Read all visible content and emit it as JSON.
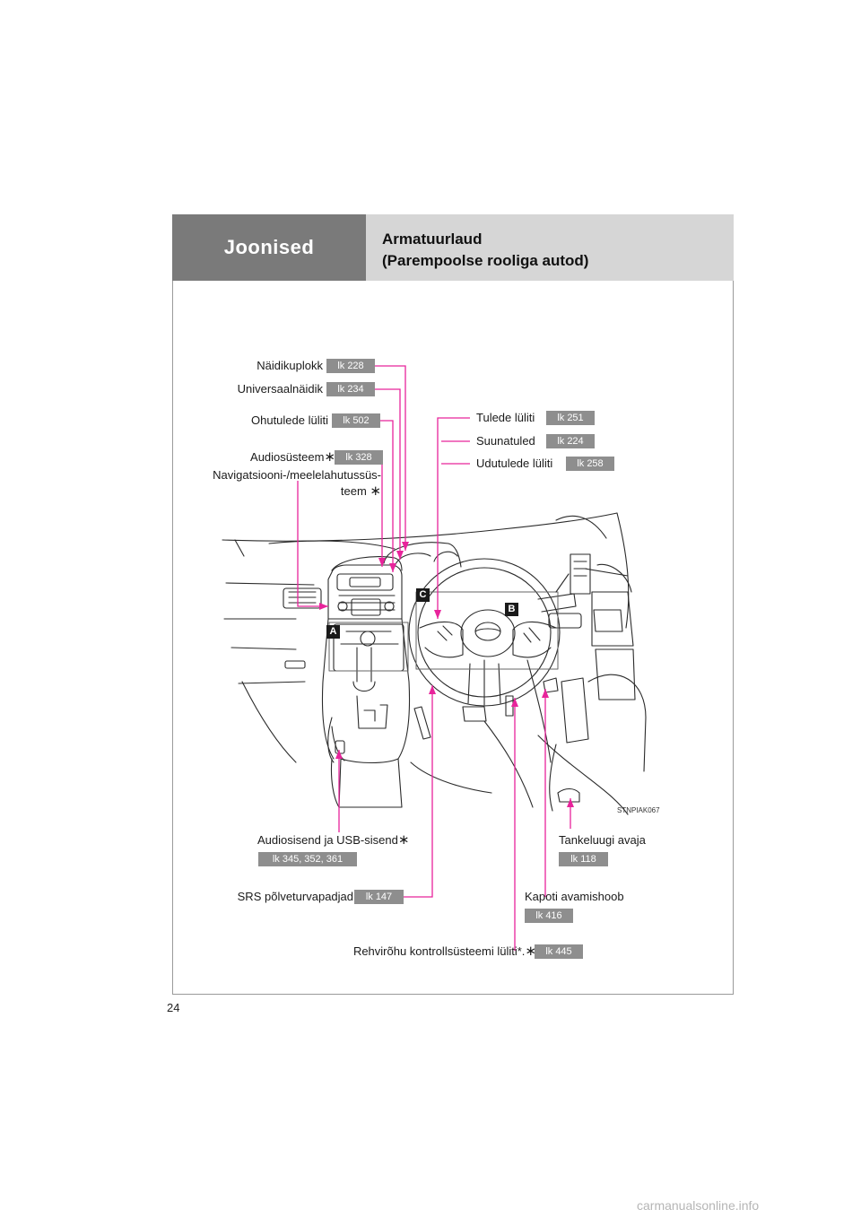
{
  "header": {
    "section": "Joonised",
    "title_line1": "Armatuurlaud",
    "title_line2": "(Parempoolse rooliga autod)"
  },
  "page_number": "24",
  "image_code": "STNPIAK067",
  "part_tags": {
    "a": "A",
    "b": "B",
    "c": "C"
  },
  "labels": {
    "naidikuplokk": "Näidikuplokk",
    "universaalnaidik": "Universaalnäidik",
    "ohutulede_luliti": "Ohutulede lüliti",
    "audiosusteem": "Audiosüsteem",
    "navigatsiooni_line1": "Navigatsiooni-/meelelahutussüs-",
    "navigatsiooni_line2": "teem",
    "tulede_luliti": "Tulede lüliti",
    "suunatuled": "Suunatuled",
    "udutulede_luliti": "Udutulede lüliti",
    "audiosisend": "Audiosisend ja USB-sisend",
    "tankeluugi_avaja": "Tankeluugi avaja",
    "srs": "SRS põlveturvapadjad",
    "kapoti_avamishoob": "Kapoti avamishoob",
    "rehviroohu": "Rehvirõhu kontrollsüsteemi lüliti*."
  },
  "star_symbol": "∗",
  "pages": {
    "naidikuplokk": "lk 228",
    "universaalnaidik": "lk 234",
    "ohutulede_luliti": "lk 502",
    "audiosusteem": "lk 328",
    "tulede_luliti": "lk 251",
    "suunatuled": "lk 224",
    "udutulede_luliti": "lk 258",
    "audiosisend": "lk 345, 352, 361",
    "tankeluugi_avaja": "lk 118",
    "srs": "lk 147",
    "kapoti_avamishoob": "lk 416",
    "rehviroohu": "lk 445"
  },
  "colors": {
    "leader_line": "#e8249b",
    "badge": "#8e8e8e",
    "header_dark": "#7a7a7a",
    "header_light": "#d6d6d6"
  },
  "watermark": "carmanualsonline.info"
}
